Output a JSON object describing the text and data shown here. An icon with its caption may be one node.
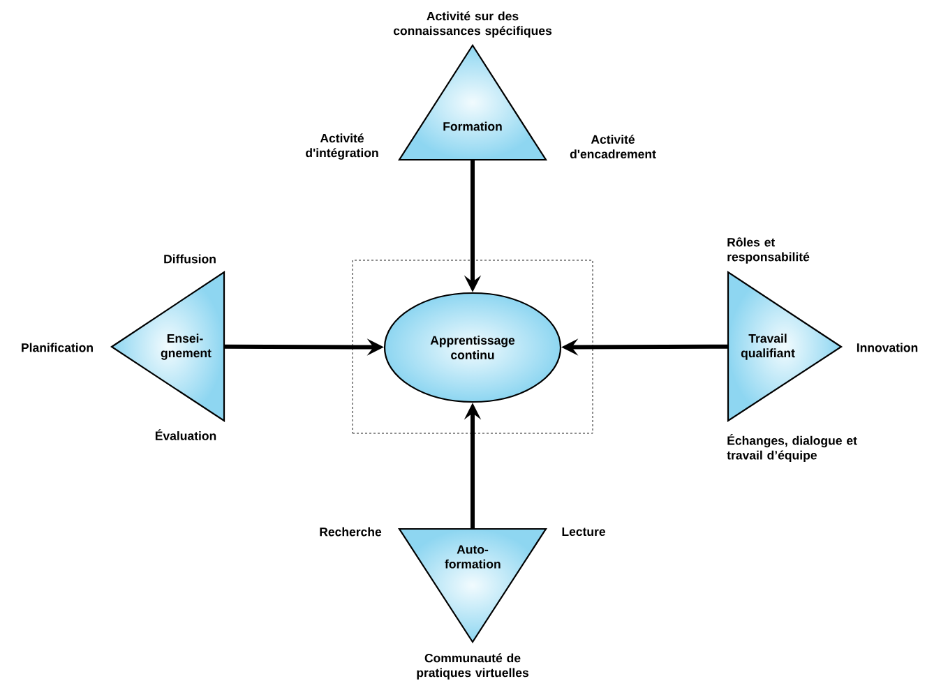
{
  "diagram": {
    "nodes": [
      {
        "text": [
          "Formation"
        ],
        "beside": [
          "Activité sur des connaissances spécifiques",
          "Activité d'intégration",
          "Activité d'encadrement"
        ]
      },
      {
        "text": [
          "Ensei- gnement"
        ],
        "beside": [
          "Diffusion",
          "Planification",
          "Évaluation"
        ]
      },
      {
        "text": [],
        "shape": "box"
      },
      {
        "text": [
          "Apprentissage continu"
        ],
        "in": 2
      },
      {
        "text": [
          "Travail qualifiant"
        ],
        "beside": [
          "Rôles et responsabilité",
          "Innovation",
          "Échanges, dialogue et travail d’équipe"
        ]
      },
      {
        "text": [
          "Auto- formation"
        ],
        "beside": [
          "Recherche",
          "Lecture",
          "Communauté de pratiques virtuelles"
        ]
      }
    ],
    "edges": [
      {
        "from": 0,
        "to": 3,
        "arrow": "to"
      },
      {
        "from": 1,
        "to": 3,
        "arrow": "to"
      },
      {
        "from": 4,
        "to": 3,
        "arrow": "to"
      },
      {
        "from": 5,
        "to": 3,
        "arrow": "to"
      }
    ]
  }
}
